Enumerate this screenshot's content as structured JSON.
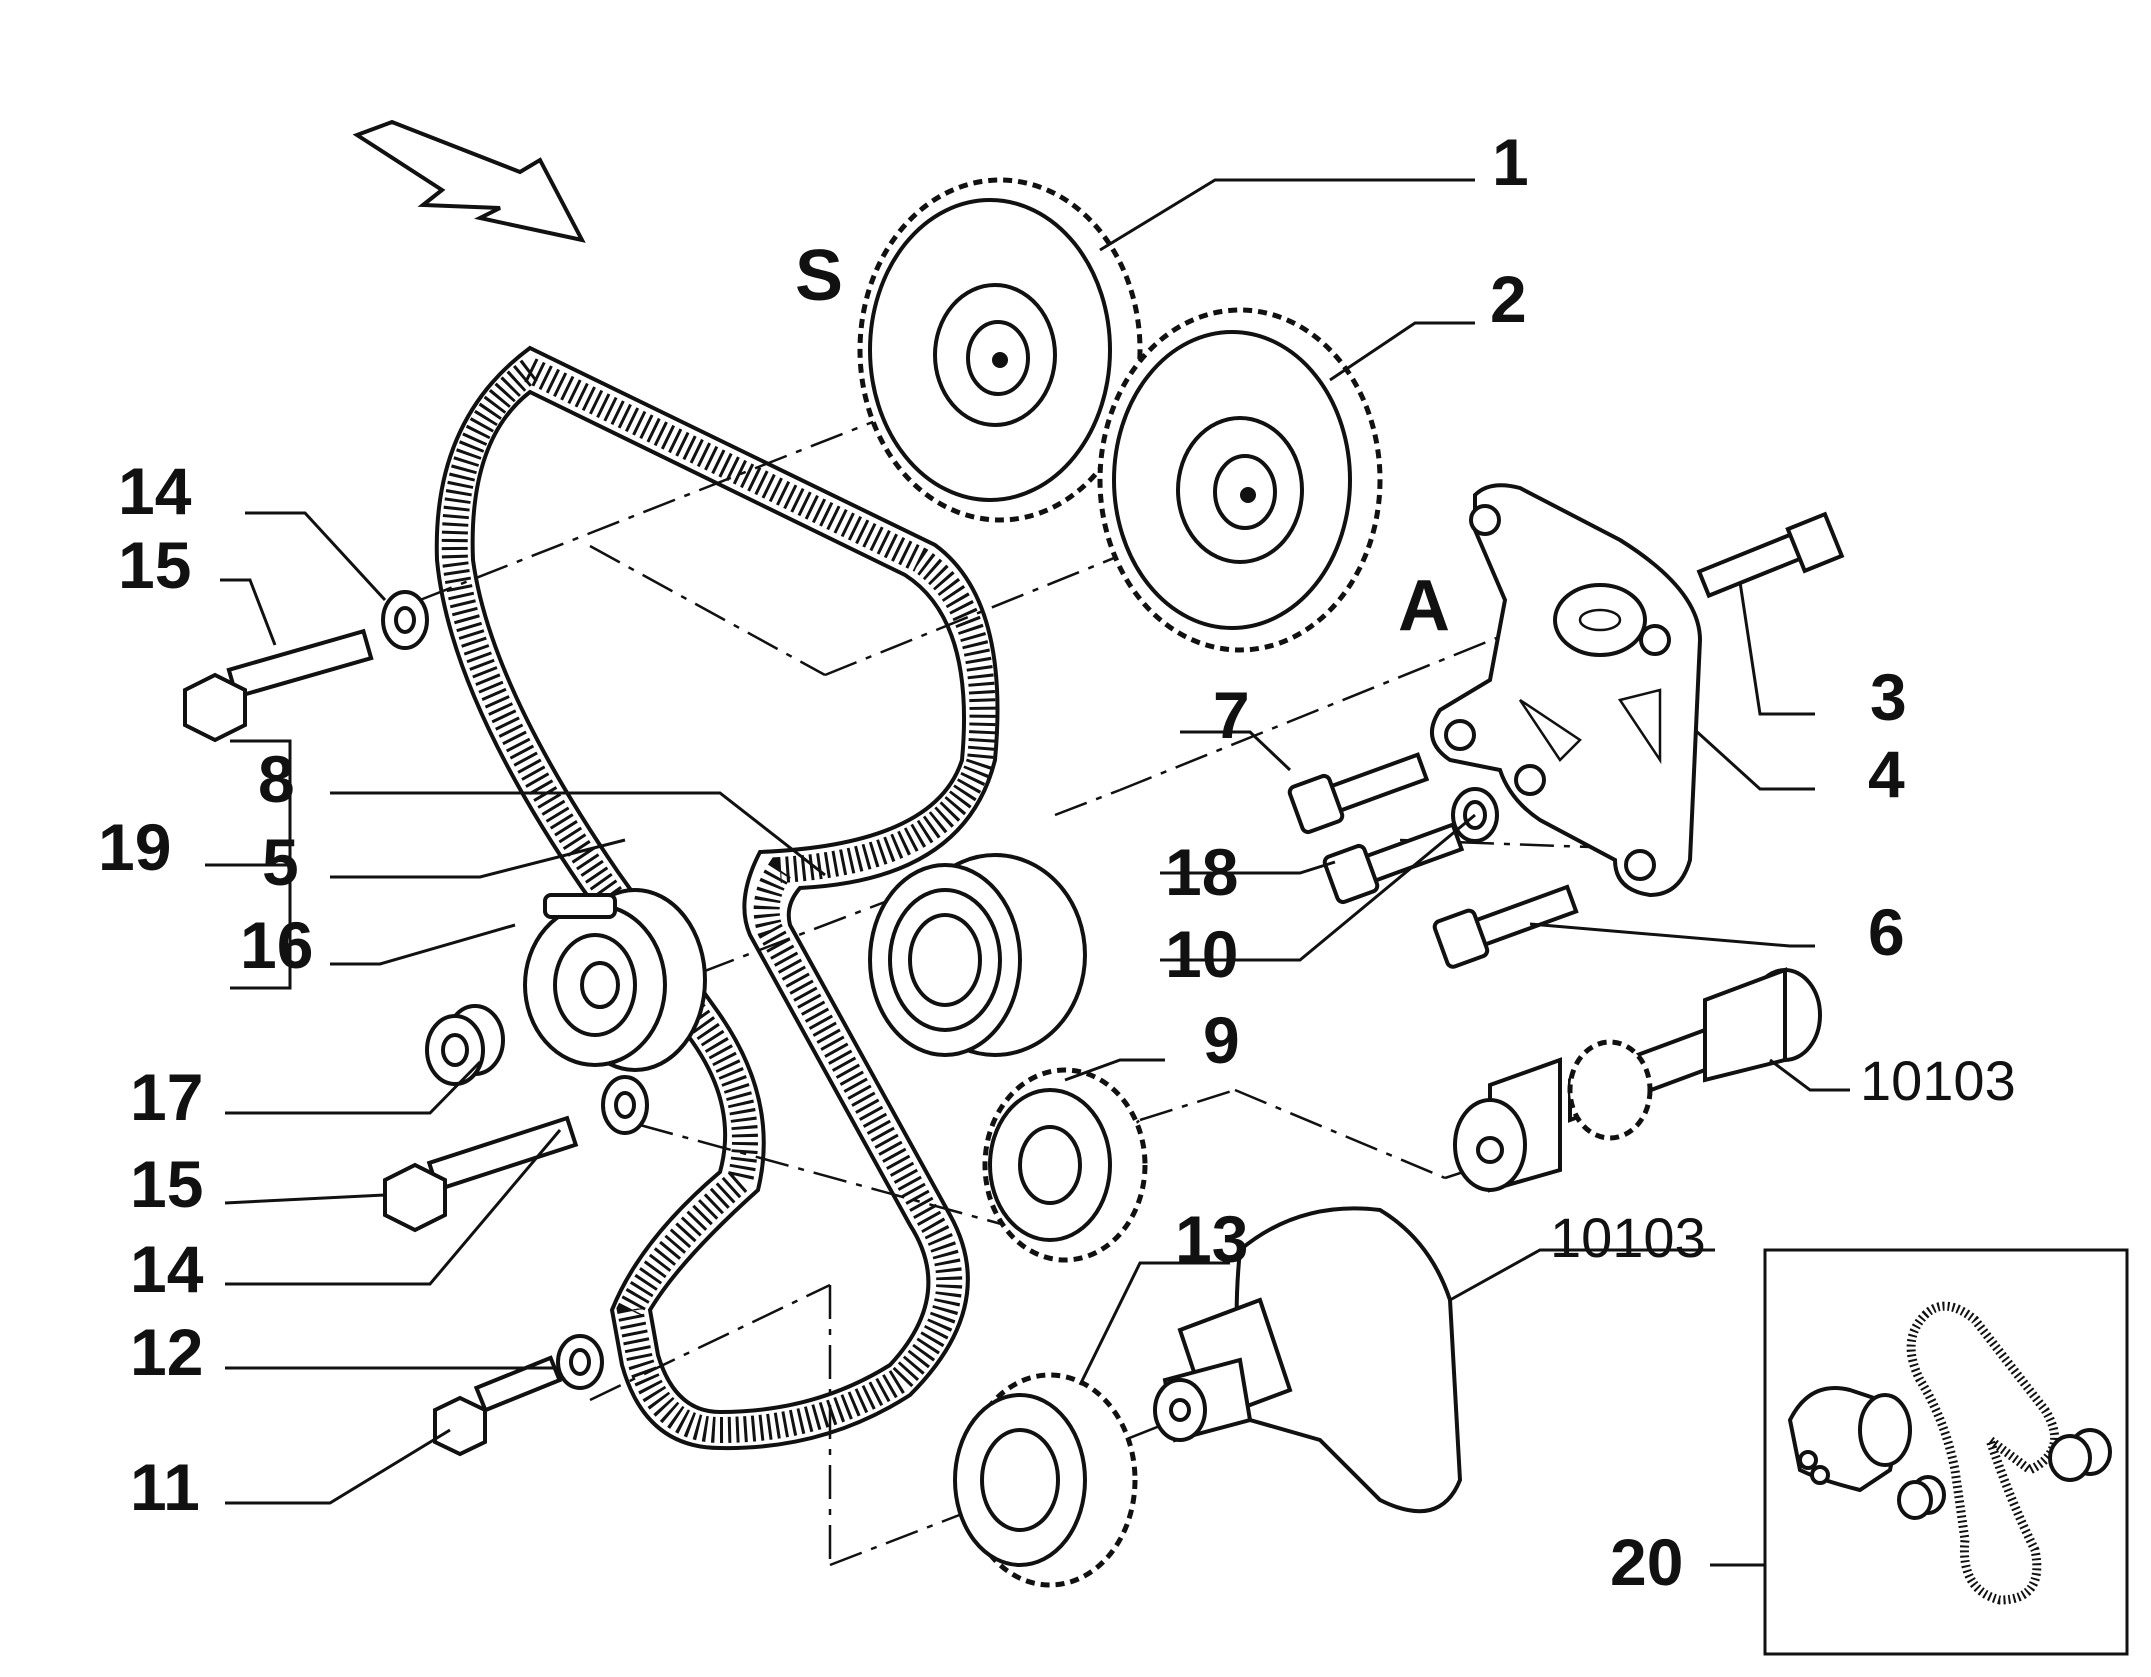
{
  "diagram": {
    "callouts": {
      "c1": "1",
      "c2": "2",
      "c3": "3",
      "c4": "4",
      "c5": "5",
      "c6": "6",
      "c7": "7",
      "c8": "8",
      "c9": "9",
      "c10": "10",
      "c11": "11",
      "c12": "12",
      "c13": "13",
      "c14a": "14",
      "c14b": "14",
      "c15a": "15",
      "c15b": "15",
      "c16": "16",
      "c17": "17",
      "c18": "18",
      "c19": "19",
      "c20": "20",
      "ref_camshaft": "10103",
      "ref_crankshaft": "10103"
    },
    "markers": {
      "exhaust": "S",
      "intake": "A"
    },
    "icons": [
      "direction-arrow-icon"
    ]
  }
}
